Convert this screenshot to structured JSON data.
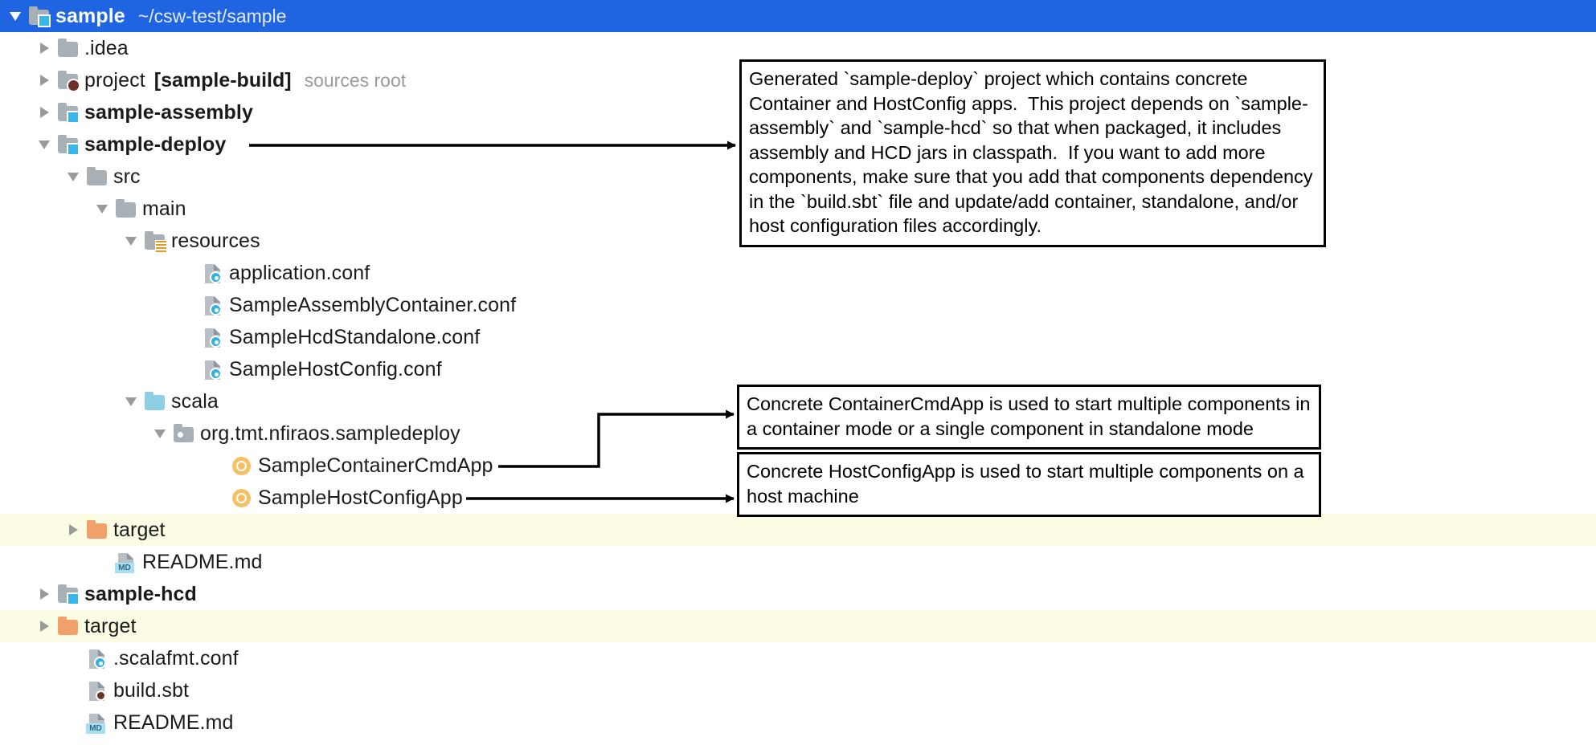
{
  "window": {
    "title": "sample",
    "path": "~/csw-test/sample",
    "selection_color": "#1f64e0",
    "highlight_color": "#fcfbe3"
  },
  "tree": {
    "items": [
      {
        "label": "sample",
        "sublabel": "~/csw-test/sample",
        "tag": "",
        "depth": 0,
        "twisty": "down",
        "icon": "folder-source-root",
        "bold": true,
        "selected": true,
        "highlight": false
      },
      {
        "label": ".idea",
        "sublabel": "",
        "tag": "",
        "depth": 1,
        "twisty": "right",
        "icon": "folder",
        "bold": false,
        "selected": false,
        "highlight": false
      },
      {
        "label": "project",
        "sublabel": "sources root",
        "tag": "[sample-build]",
        "depth": 1,
        "twisty": "right",
        "icon": "folder-project",
        "bold": false,
        "selected": false,
        "highlight": false
      },
      {
        "label": "sample-assembly",
        "sublabel": "",
        "tag": "",
        "depth": 1,
        "twisty": "right",
        "icon": "folder-source-root",
        "bold": true,
        "selected": false,
        "highlight": false
      },
      {
        "label": "sample-deploy",
        "sublabel": "",
        "tag": "",
        "depth": 1,
        "twisty": "down",
        "icon": "folder-source-root",
        "bold": true,
        "selected": false,
        "highlight": false
      },
      {
        "label": "src",
        "sublabel": "",
        "tag": "",
        "depth": 2,
        "twisty": "down",
        "icon": "folder",
        "bold": false,
        "selected": false,
        "highlight": false
      },
      {
        "label": "main",
        "sublabel": "",
        "tag": "",
        "depth": 3,
        "twisty": "down",
        "icon": "folder",
        "bold": false,
        "selected": false,
        "highlight": false
      },
      {
        "label": "resources",
        "sublabel": "",
        "tag": "",
        "depth": 4,
        "twisty": "down",
        "icon": "folder-resources",
        "bold": false,
        "selected": false,
        "highlight": false
      },
      {
        "label": "application.conf",
        "sublabel": "",
        "tag": "",
        "depth": 6,
        "twisty": "none",
        "icon": "file-conf",
        "bold": false,
        "selected": false,
        "highlight": false
      },
      {
        "label": "SampleAssemblyContainer.conf",
        "sublabel": "",
        "tag": "",
        "depth": 6,
        "twisty": "none",
        "icon": "file-conf",
        "bold": false,
        "selected": false,
        "highlight": false
      },
      {
        "label": "SampleHcdStandalone.conf",
        "sublabel": "",
        "tag": "",
        "depth": 6,
        "twisty": "none",
        "icon": "file-conf",
        "bold": false,
        "selected": false,
        "highlight": false
      },
      {
        "label": "SampleHostConfig.conf",
        "sublabel": "",
        "tag": "",
        "depth": 6,
        "twisty": "none",
        "icon": "file-conf",
        "bold": false,
        "selected": false,
        "highlight": false
      },
      {
        "label": "scala",
        "sublabel": "",
        "tag": "",
        "depth": 4,
        "twisty": "down",
        "icon": "folder-scala",
        "bold": false,
        "selected": false,
        "highlight": false
      },
      {
        "label": "org.tmt.nfiraos.sampledeploy",
        "sublabel": "",
        "tag": "",
        "depth": 5,
        "twisty": "down",
        "icon": "package",
        "bold": false,
        "selected": false,
        "highlight": false
      },
      {
        "label": "SampleContainerCmdApp",
        "sublabel": "",
        "tag": "",
        "depth": 7,
        "twisty": "none",
        "icon": "scala-object",
        "bold": false,
        "selected": false,
        "highlight": false
      },
      {
        "label": "SampleHostConfigApp",
        "sublabel": "",
        "tag": "",
        "depth": 7,
        "twisty": "none",
        "icon": "scala-object",
        "bold": false,
        "selected": false,
        "highlight": false
      },
      {
        "label": "target",
        "sublabel": "",
        "tag": "",
        "depth": 2,
        "twisty": "right",
        "icon": "folder-target",
        "bold": false,
        "selected": false,
        "highlight": true
      },
      {
        "label": "README.md",
        "sublabel": "",
        "tag": "",
        "depth": 3,
        "twisty": "none",
        "icon": "file-md",
        "bold": false,
        "selected": false,
        "highlight": false
      },
      {
        "label": "sample-hcd",
        "sublabel": "",
        "tag": "",
        "depth": 1,
        "twisty": "right",
        "icon": "folder-source-root",
        "bold": true,
        "selected": false,
        "highlight": false
      },
      {
        "label": "target",
        "sublabel": "",
        "tag": "",
        "depth": 1,
        "twisty": "right",
        "icon": "folder-target",
        "bold": false,
        "selected": false,
        "highlight": true
      },
      {
        "label": ".scalafmt.conf",
        "sublabel": "",
        "tag": "",
        "depth": 2,
        "twisty": "none",
        "icon": "file-conf",
        "bold": false,
        "selected": false,
        "highlight": false
      },
      {
        "label": "build.sbt",
        "sublabel": "",
        "tag": "",
        "depth": 2,
        "twisty": "none",
        "icon": "file-sbt",
        "bold": false,
        "selected": false,
        "highlight": false
      },
      {
        "label": "README.md",
        "sublabel": "",
        "tag": "",
        "depth": 2,
        "twisty": "none",
        "icon": "file-md",
        "bold": false,
        "selected": false,
        "highlight": false
      }
    ]
  },
  "callouts": [
    {
      "id": "deploy-note",
      "lines": [
        "Generated `sample-deploy` project which contains concrete",
        "Container and HostConfig apps.  This project depends on `sample-",
        "assembly` and `sample-hcd` so that when packaged, it includes",
        "assembly and HCD jars in classpath.  If you want to add more",
        "components, make sure that you add that components dependency",
        "in the `build.sbt` file and update/add container, standalone, and/or",
        "host configuration files accordingly."
      ]
    },
    {
      "id": "container-cmd-note",
      "lines": [
        "Concrete ContainerCmdApp is used to start multiple components in",
        "a container mode or a single component in standalone mode"
      ]
    },
    {
      "id": "host-config-note",
      "lines": [
        "Concrete HostConfigApp is used to start multiple components on a",
        "host machine"
      ]
    }
  ]
}
